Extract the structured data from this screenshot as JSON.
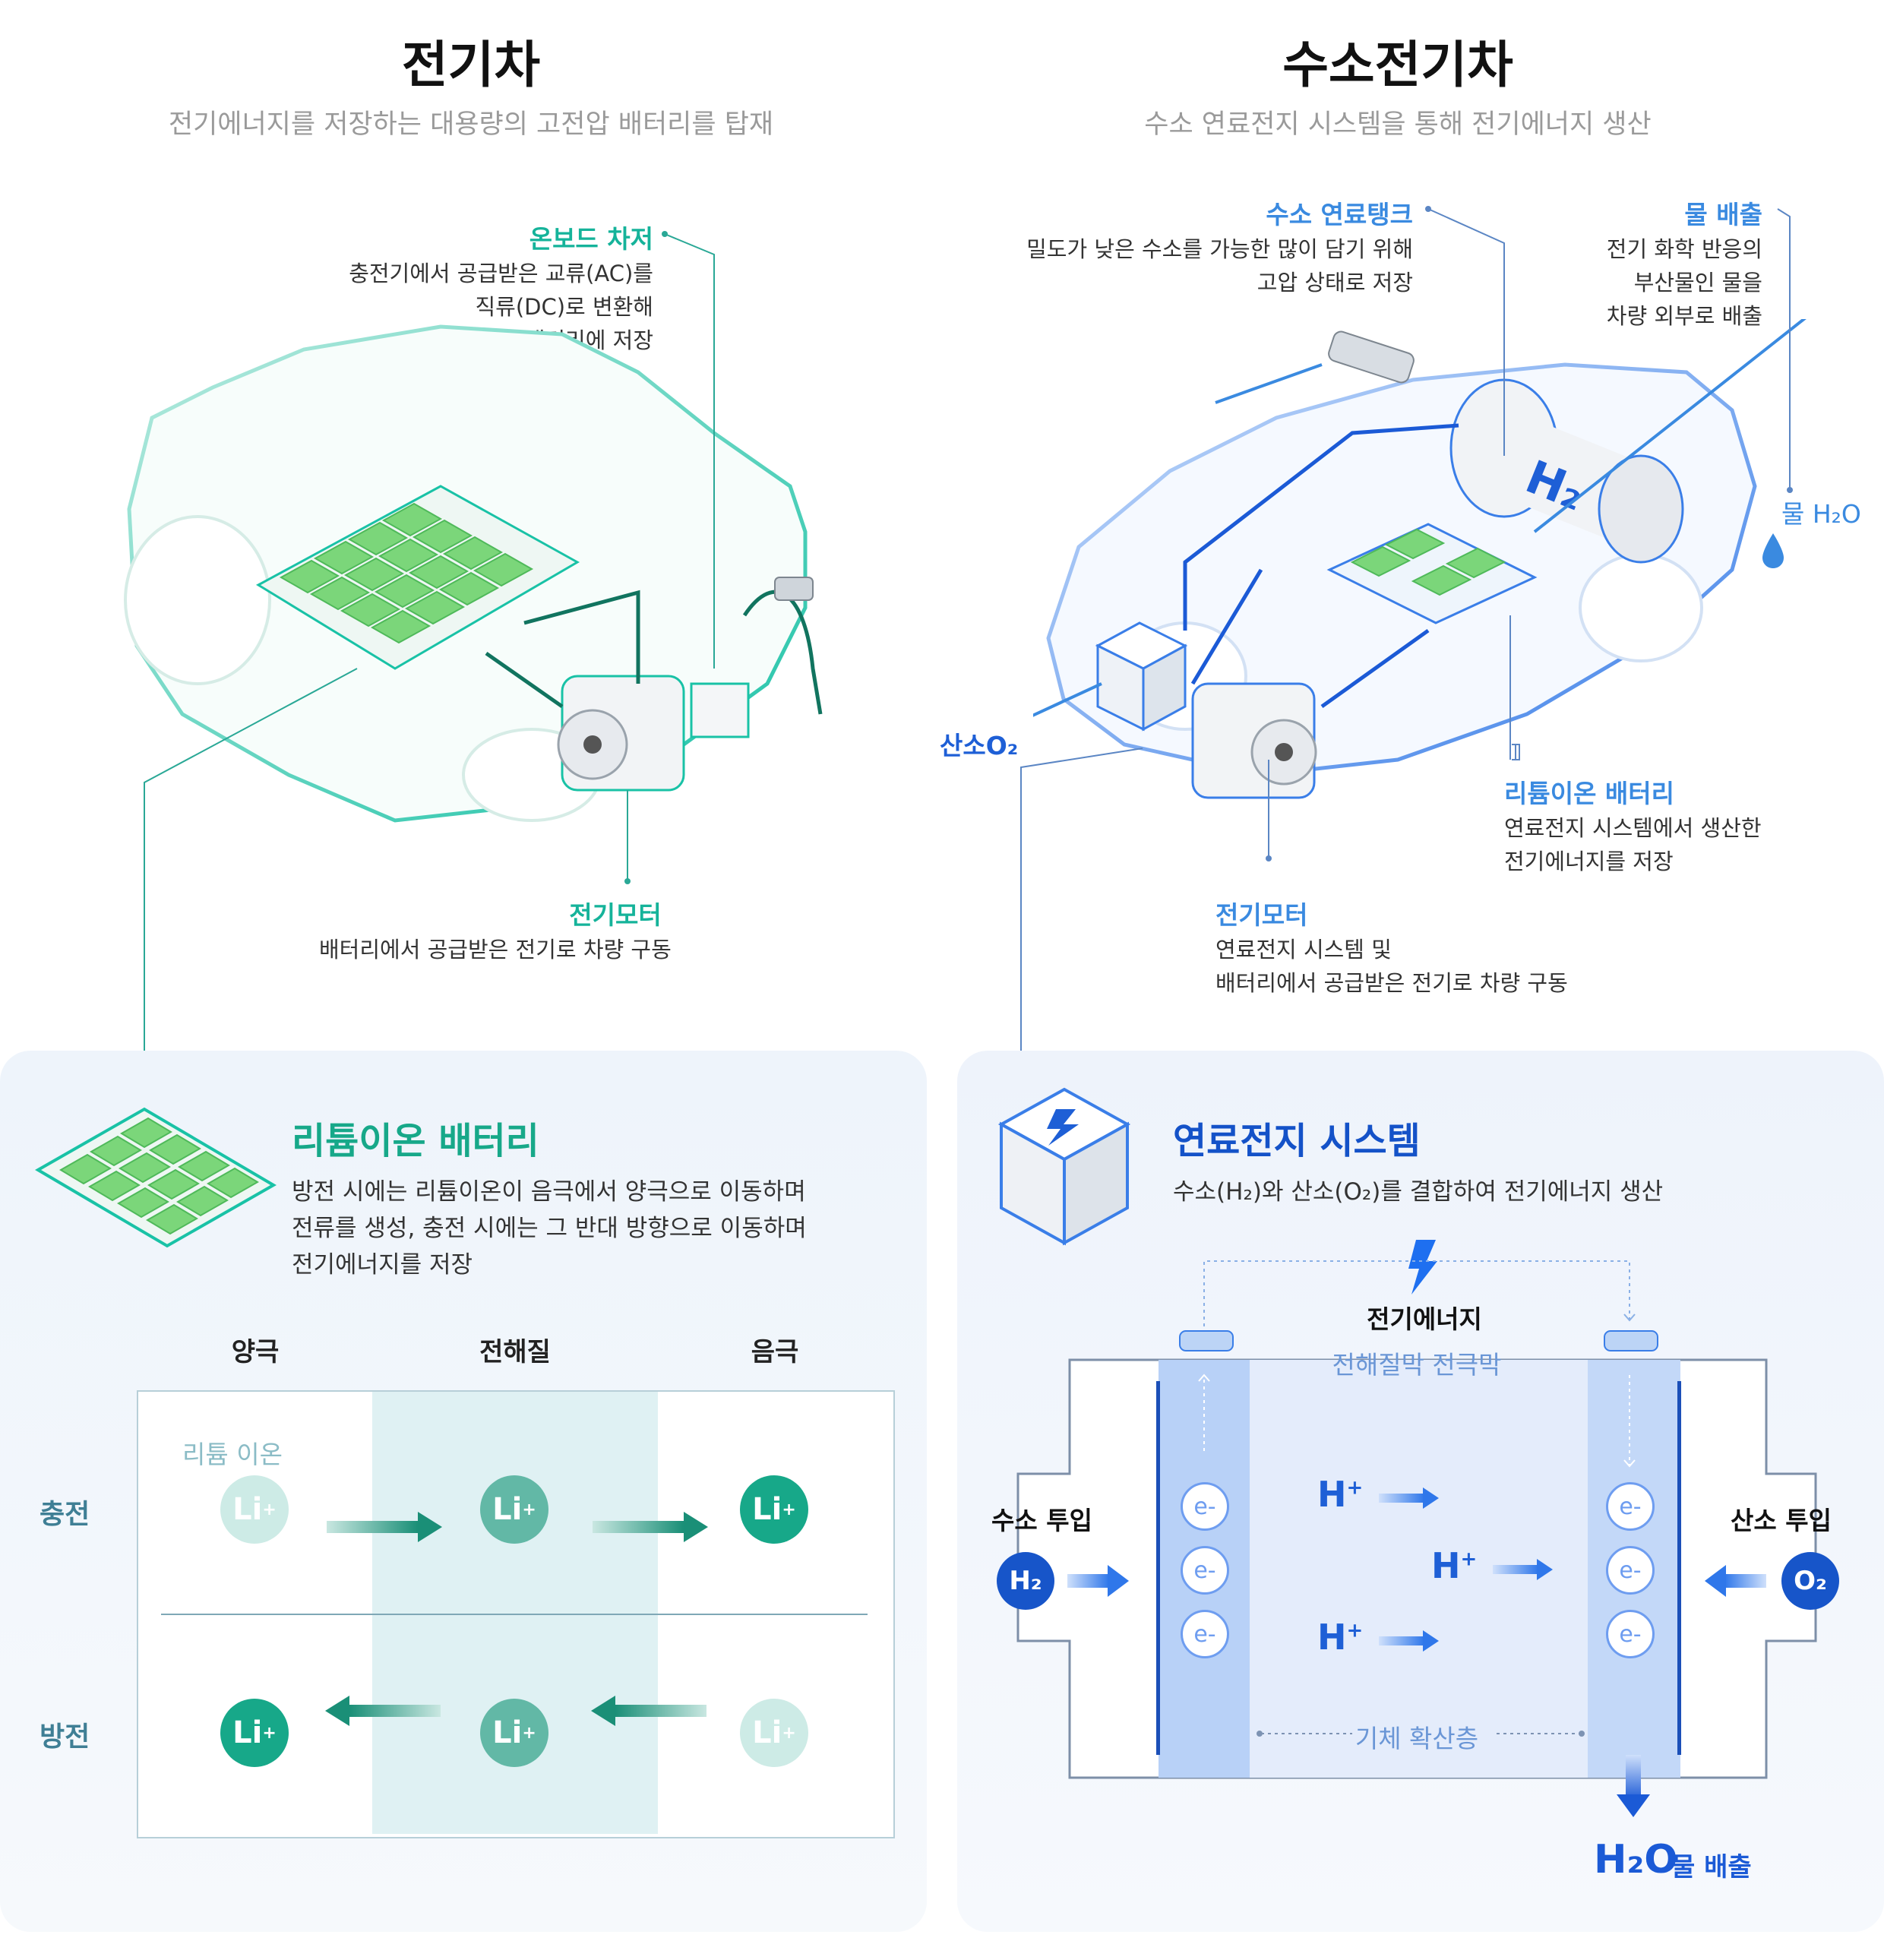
{
  "ev": {
    "title": "전기차",
    "subtitle": "전기에너지를 저장하는 대용량의 고전압 배터리를 탑재",
    "onboard_label": "온보드 차저",
    "onboard_desc": [
      "충전기에서 공급받은 교류(AC)를",
      "직류(DC)로 변환해",
      "고전압 배터리에 저장"
    ],
    "motor_label": "전기모터",
    "motor_desc": "배터리에서 공급받은 전기로 차량 구동"
  },
  "fcev": {
    "title": "수소전기차",
    "subtitle": "수소 연료전지 시스템을 통해 전기에너지 생산",
    "tank_label": "수소 연료탱크",
    "tank_desc": [
      "밀도가 낮은 수소를 가능한 많이 담기 위해",
      "고압 상태로 저장"
    ],
    "water_label": "물 배출",
    "water_desc": [
      "전기 화학 반응의",
      "부산물인 물을",
      "차량 외부로 배출"
    ],
    "water_out": "물 H₂O",
    "oxygen_in": "산소O₂",
    "battery_label": "리튬이온 배터리",
    "battery_desc": [
      "연료전지 시스템에서 생산한",
      "전기에너지를 저장"
    ],
    "motor_label": "전기모터",
    "motor_desc": [
      "연료전지 시스템 및",
      "배터리에서 공급받은 전기로 차량 구동"
    ],
    "tank_glyph": "H₂"
  },
  "battery_panel": {
    "title": "리튬이온 배터리",
    "desc": [
      "방전 시에는 리튬이온이 음극에서 양극으로 이동하며",
      "전류를 생성, 충전 시에는 그 반대 방향으로 이동하며",
      "전기에너지를 저장"
    ],
    "col_headers": [
      "양극",
      "전해질",
      "음극"
    ],
    "row_charge": "충전",
    "row_discharge": "방전",
    "ion_label": "리튬 이온",
    "ion_text": "Li",
    "ion_sup": "+"
  },
  "fuelcell_panel": {
    "title": "연료전지 시스템",
    "desc": "수소(H₂)와 산소(O₂)를 결합하여 전기에너지 생산",
    "energy_label": "전기에너지",
    "membrane_label": "전해질막 전극막",
    "gas_layer_label": "기체 확산층",
    "h_in_label": "수소 투입",
    "o_in_label": "산소 투입",
    "h_symbol": "H₂",
    "o_symbol": "O₂",
    "electron": "e-",
    "proton": "H",
    "proton_sup": "+",
    "water_out_formula": "H₂O",
    "water_out_label": "물 배출"
  },
  "colors": {
    "green": "#15b39a",
    "blue": "#3a8ae0",
    "navy": "#1452c8"
  }
}
